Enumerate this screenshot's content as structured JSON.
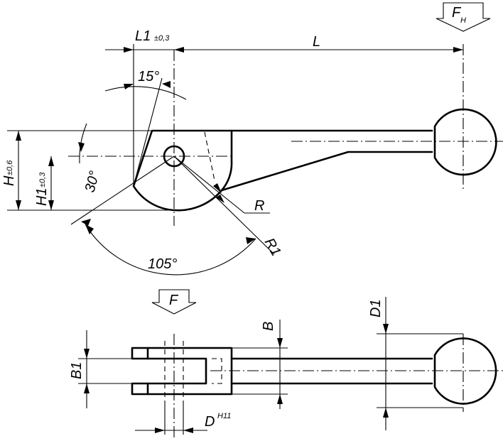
{
  "labels": {
    "L1": "L1",
    "L1_tol": "±0,3",
    "L": "L",
    "H": "H",
    "H_tol": "±0,6",
    "H1": "H1",
    "H1_tol": "±0,3",
    "angle_15": "15°",
    "angle_30": "30°",
    "angle_105": "105°",
    "R": "R",
    "R1": "R1",
    "FH_main": "F",
    "FH_sub": "H",
    "F": "F",
    "B": "B",
    "B1": "B1",
    "D1": "D1",
    "D": "D",
    "D_fit": "H11"
  },
  "icons": {
    "force_arrow": "hollow-down-arrow-icon"
  },
  "colors": {
    "line": "#000000",
    "background": "#ffffff"
  }
}
